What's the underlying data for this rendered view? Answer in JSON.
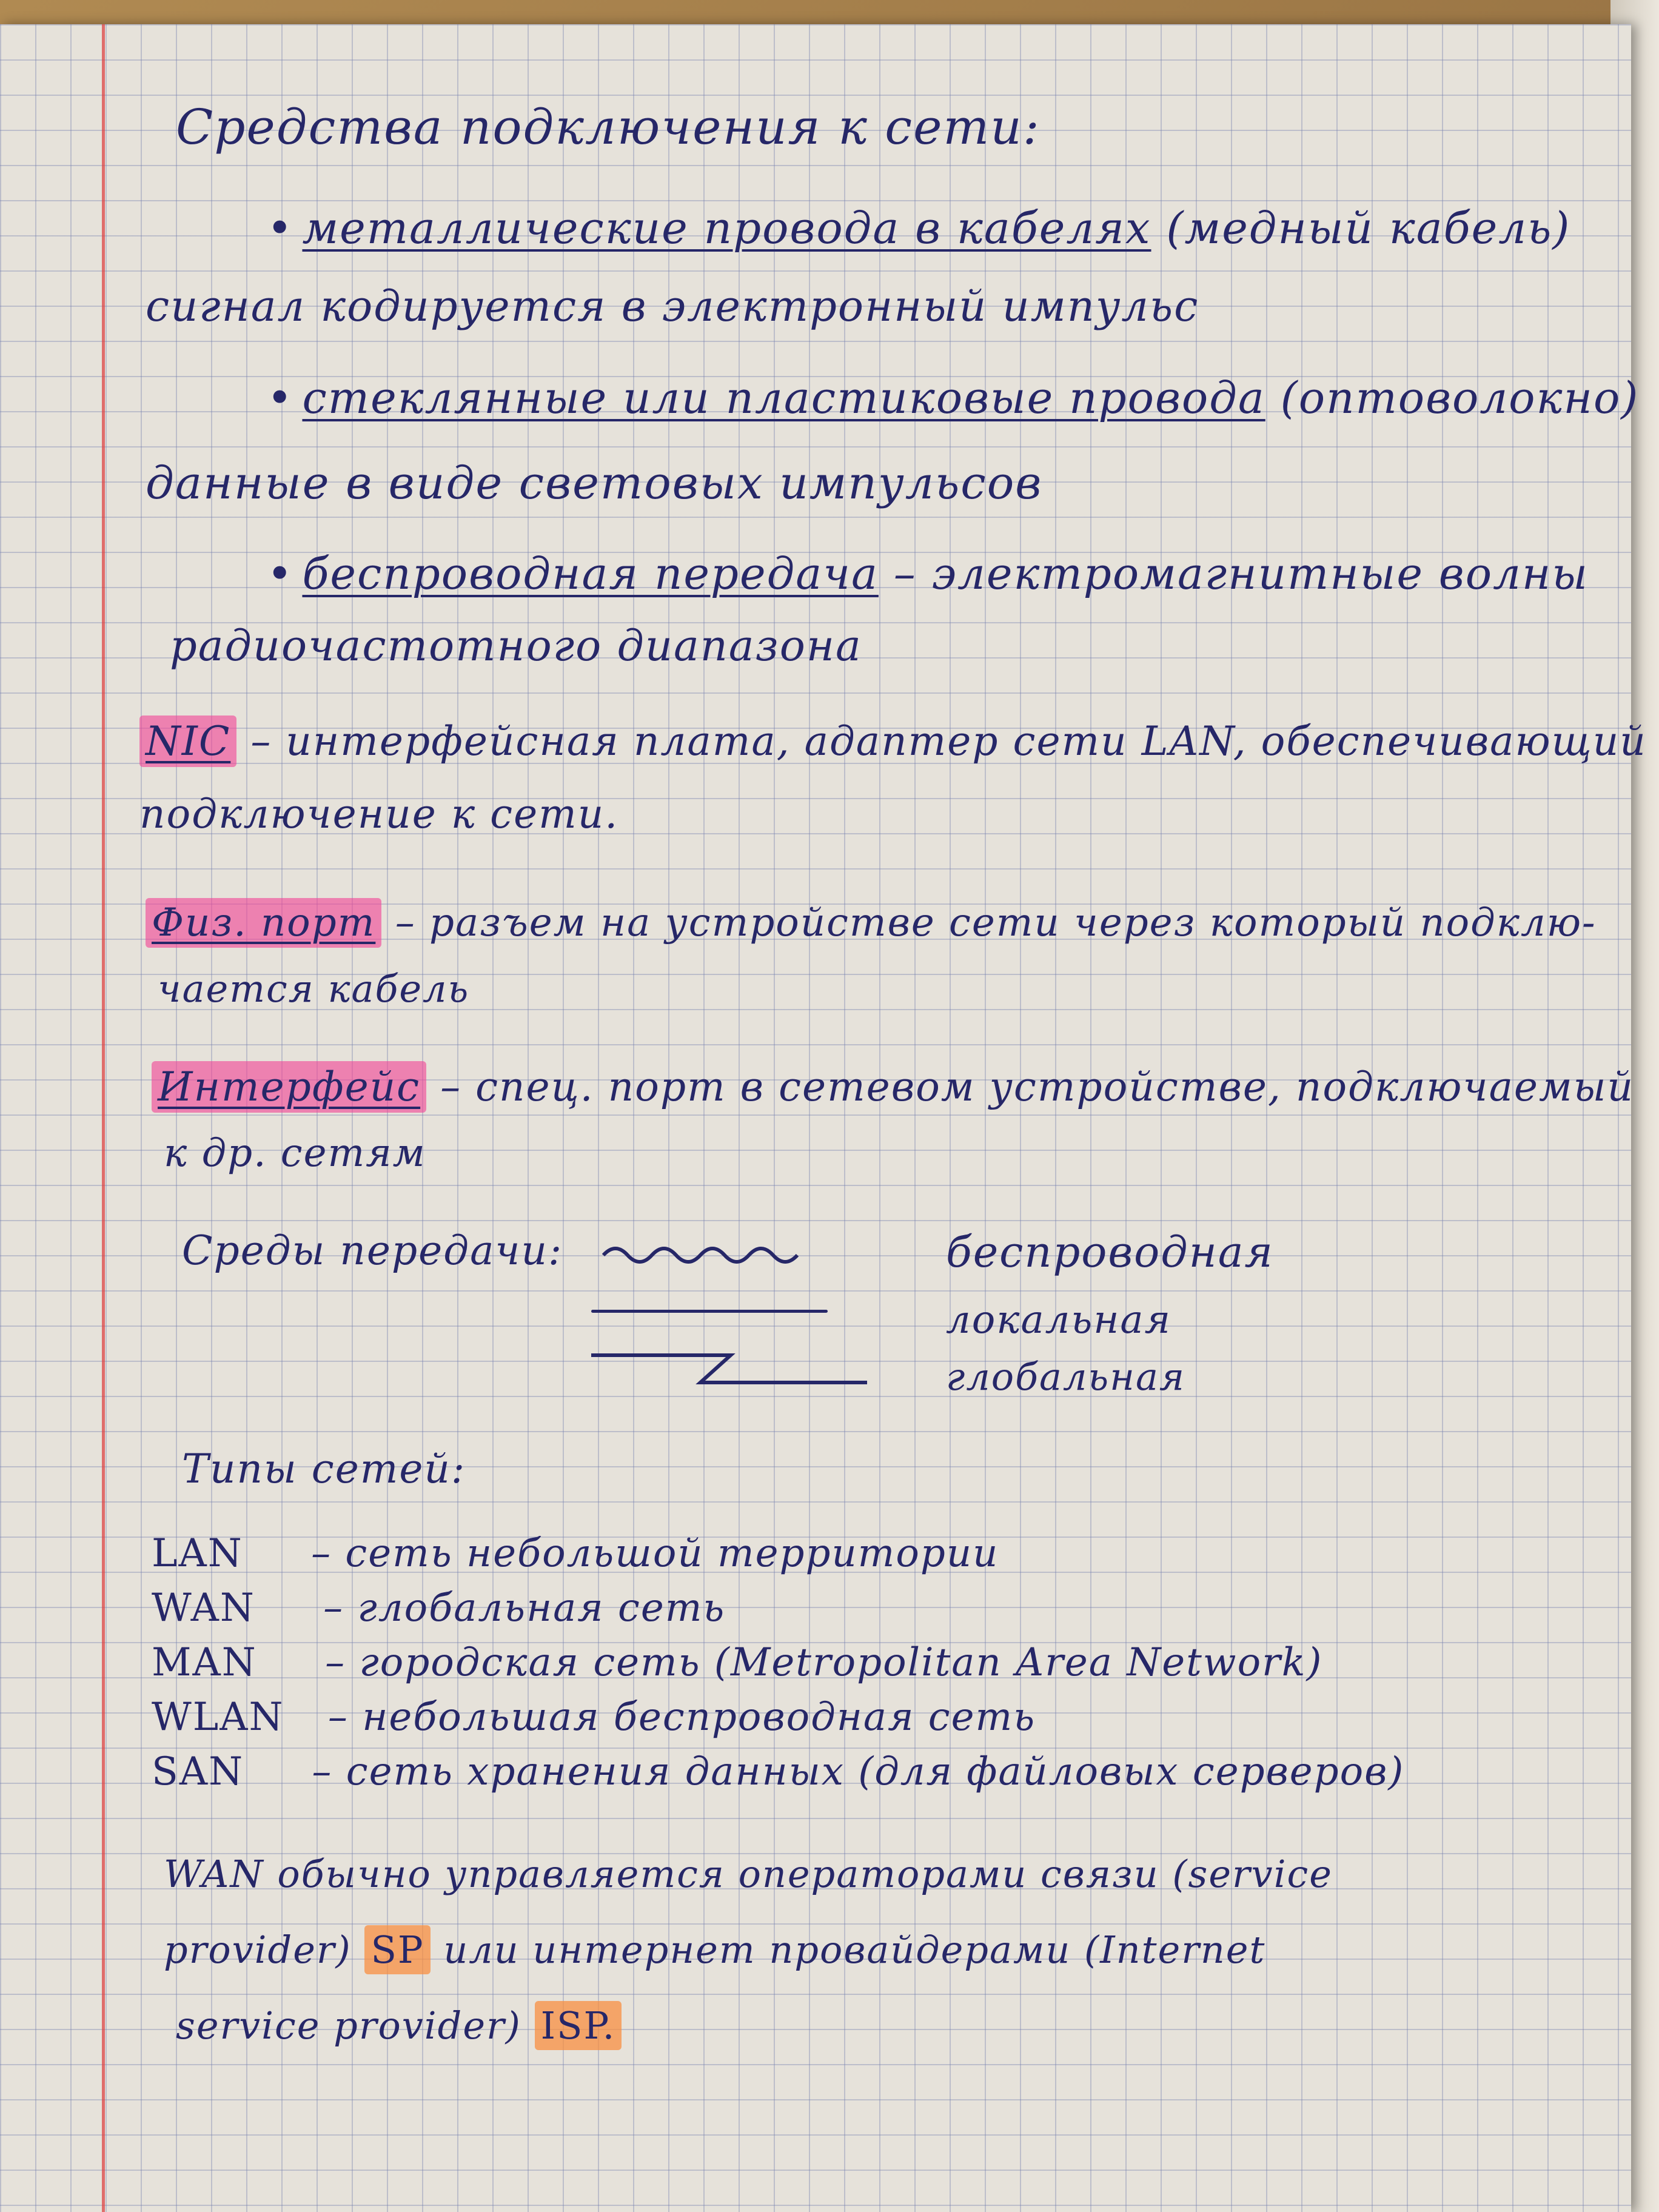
{
  "title": "Средства подключения к сети:",
  "bullets": [
    {
      "term": "металлические провода в кабелях",
      "rest": "(медный кабель)",
      "cont": "сигнал кодируется в электронный импульс"
    },
    {
      "term": "стеклянные или пластиковые провода",
      "rest": "(оптоволокно)",
      "cont": "данные в виде световых импульсов"
    },
    {
      "term": "беспроводная передача",
      "rest": "– электромагнитные волны",
      "cont": "радиочастотного диапазона"
    }
  ],
  "definitions": [
    {
      "term": "NIC",
      "text": "– интерфейсная плата, адаптер сети LAN, обеспечивающий",
      "cont": "подключение к сети."
    },
    {
      "term": "Физ. порт",
      "text": "– разъем на устройстве сети через который подклю-",
      "cont": "чается кабель"
    },
    {
      "term": "Интерфейс",
      "text": "– спец. порт в сетевом устройстве, подключаемый",
      "cont": "к др. сетям"
    }
  ],
  "media": {
    "label": "Среды передачи:",
    "items": [
      "беспроводная",
      "локальная",
      "глобальная"
    ]
  },
  "network_types": {
    "heading": "Типы сетей:",
    "rows": [
      {
        "abbr": "LAN",
        "text": "– сеть небольшой территории"
      },
      {
        "abbr": "WAN",
        "text": "– глобальная сеть"
      },
      {
        "abbr": "MAN",
        "text": "– городская сеть (Metropolitan Area Network)"
      },
      {
        "abbr": "WLAN",
        "text": "– небольшая беспроводная сеть"
      },
      {
        "abbr": "SAN",
        "text": "– сеть хранения данных (для файловых серверов)"
      }
    ]
  },
  "wan_note": {
    "line1": "WAN обычно управляется операторами связи (service",
    "line2_pre": "provider)",
    "sp": "SP",
    "line2_post": "или интернет провайдерами (Internet",
    "line3_pre": "service provider)",
    "isp": "ISP."
  },
  "colors": {
    "ink": "#262768",
    "highlight_pink": "#f046a0",
    "highlight_orange": "#fa8c3c",
    "margin": "#dc4646",
    "grid": "#7882af"
  }
}
